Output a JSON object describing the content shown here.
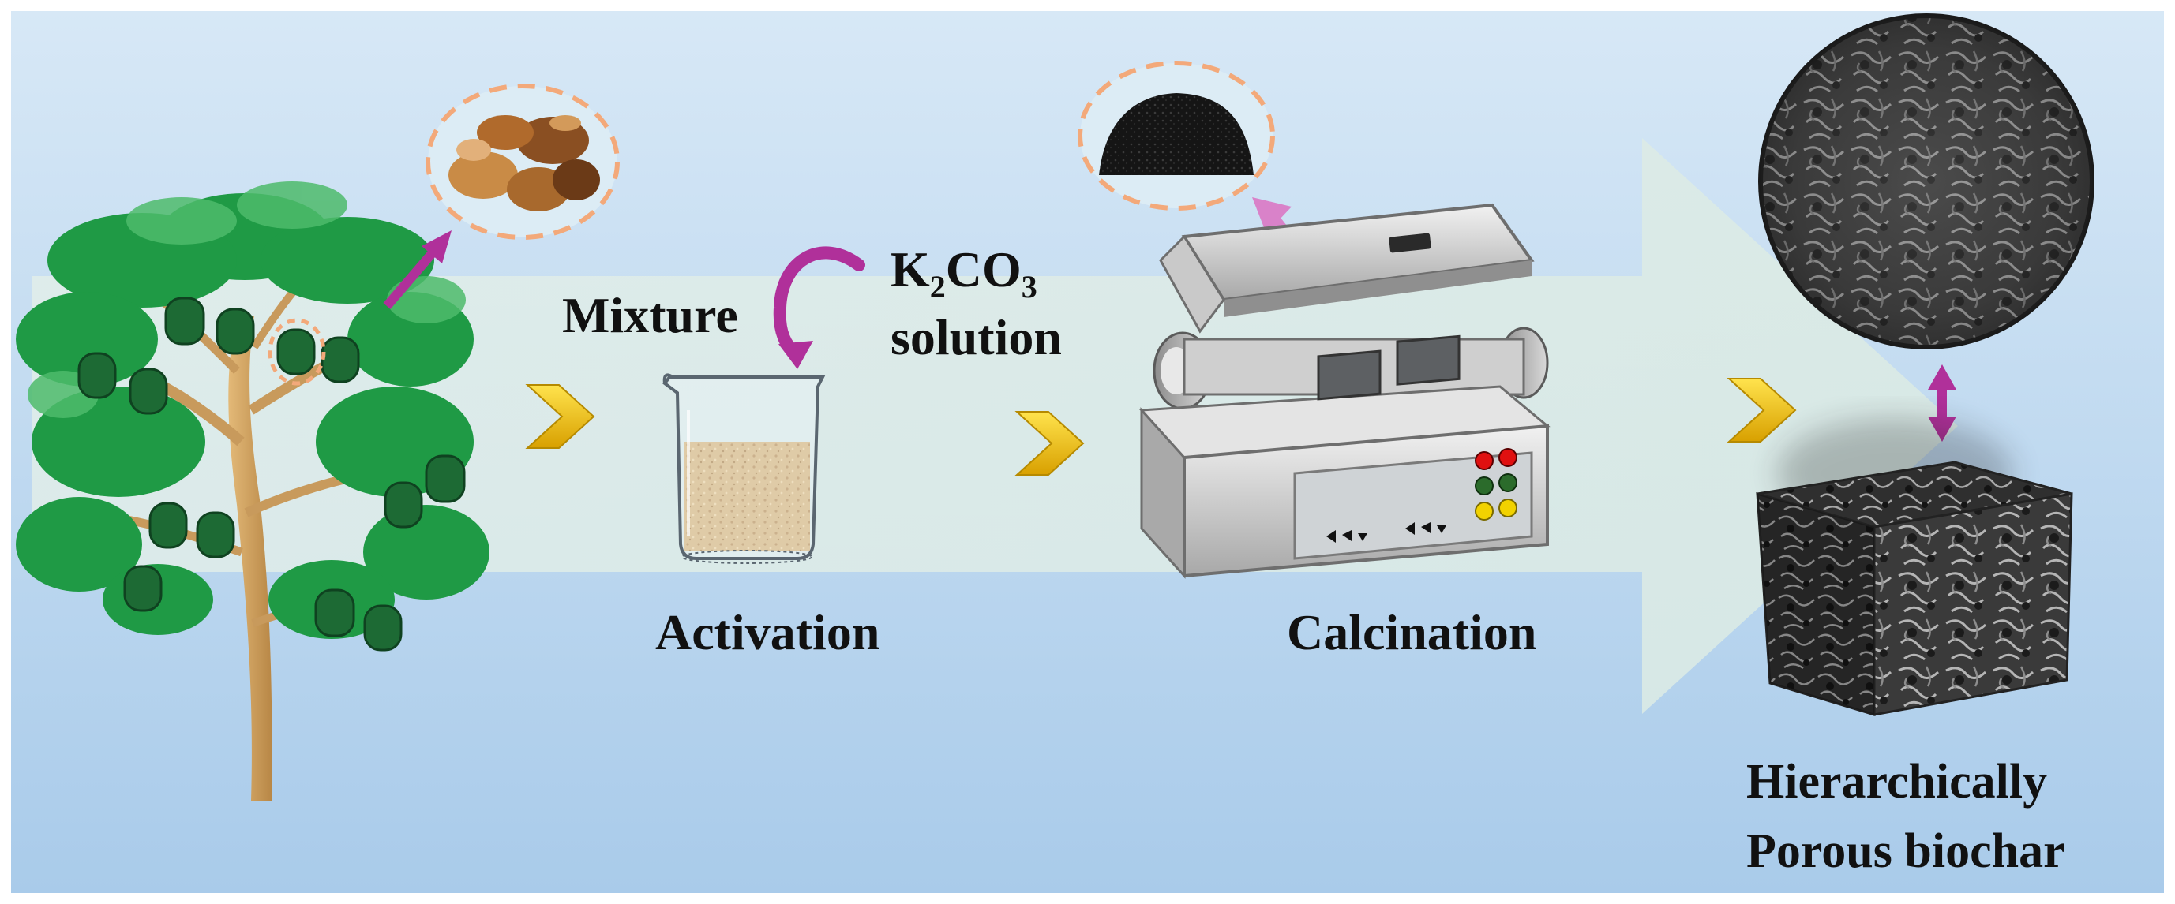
{
  "labels": {
    "mixture": "Mixture",
    "k2co3_k": "K",
    "k2co3_sub2": "2",
    "k2co3_co": "CO",
    "k2co3_sub3": "3",
    "solution": "solution",
    "activation": "Activation",
    "calcination": "Calcination",
    "product_line1": "Hierarchically",
    "product_line2": "Porous biochar"
  },
  "colors": {
    "background_top": "#d7e8f6",
    "background_bottom": "#a9cbea",
    "band": "#dfece8",
    "chevron": "#f2c200",
    "arrow": "#b0309a",
    "dashed_circle": "#f3a97a",
    "leaf": "#1f9a45",
    "fruit": "#1d6a34",
    "trunk": "#c89a5c",
    "powder": "#d8b47a",
    "char": "#1a1a1a"
  },
  "icons": [
    "tree-icon",
    "fruit-shell-icon",
    "beaker-icon",
    "tube-furnace-icon",
    "carbon-powder-icon",
    "sem-circle-icon",
    "porous-cube-icon"
  ]
}
